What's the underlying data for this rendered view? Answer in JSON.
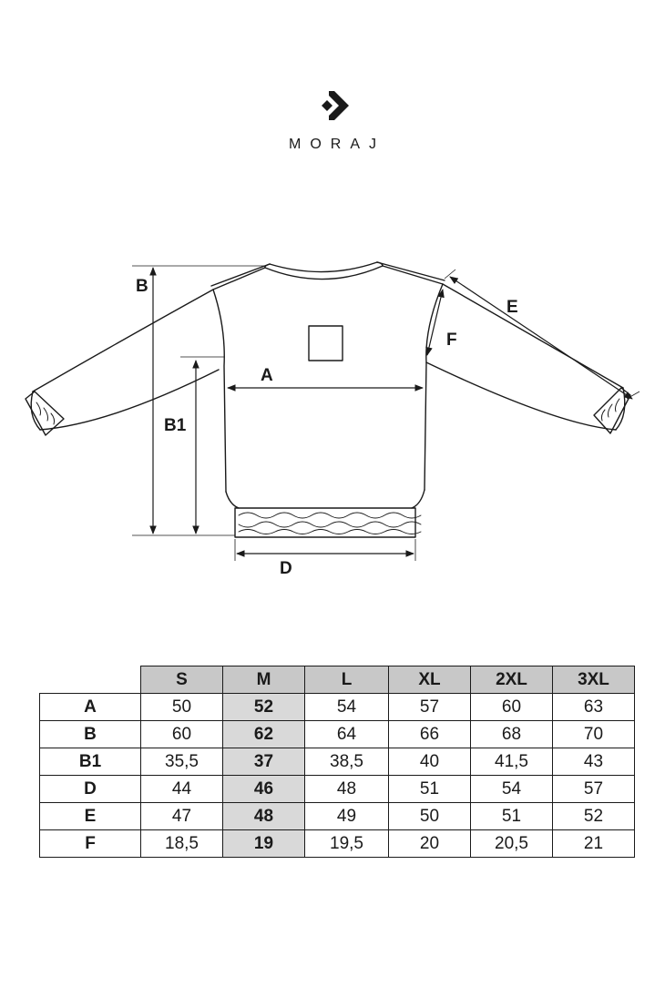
{
  "brand": {
    "name": "MORAJ",
    "logo_icon": "moraj-chevron-logo"
  },
  "diagram": {
    "labels": {
      "a": "A",
      "b": "B",
      "b1": "B1",
      "d": "D",
      "e": "E",
      "f": "F"
    }
  },
  "size_table": {
    "columns": [
      "S",
      "M",
      "L",
      "XL",
      "2XL",
      "3XL"
    ],
    "highlight_column": "M",
    "rows": [
      {
        "label": "A",
        "values": [
          "50",
          "52",
          "54",
          "57",
          "60",
          "63"
        ]
      },
      {
        "label": "B",
        "values": [
          "60",
          "62",
          "64",
          "66",
          "68",
          "70"
        ]
      },
      {
        "label": "B1",
        "values": [
          "35,5",
          "37",
          "38,5",
          "40",
          "41,5",
          "43"
        ]
      },
      {
        "label": "D",
        "values": [
          "44",
          "46",
          "48",
          "51",
          "54",
          "57"
        ]
      },
      {
        "label": "E",
        "values": [
          "47",
          "48",
          "49",
          "50",
          "51",
          "52"
        ]
      },
      {
        "label": "F",
        "values": [
          "18,5",
          "19",
          "19,5",
          "20",
          "20,5",
          "21"
        ]
      }
    ]
  },
  "colors": {
    "line": "#1a1a1a",
    "header_bg": "#c8c8c8",
    "highlight_bg": "#d9d9d9"
  }
}
